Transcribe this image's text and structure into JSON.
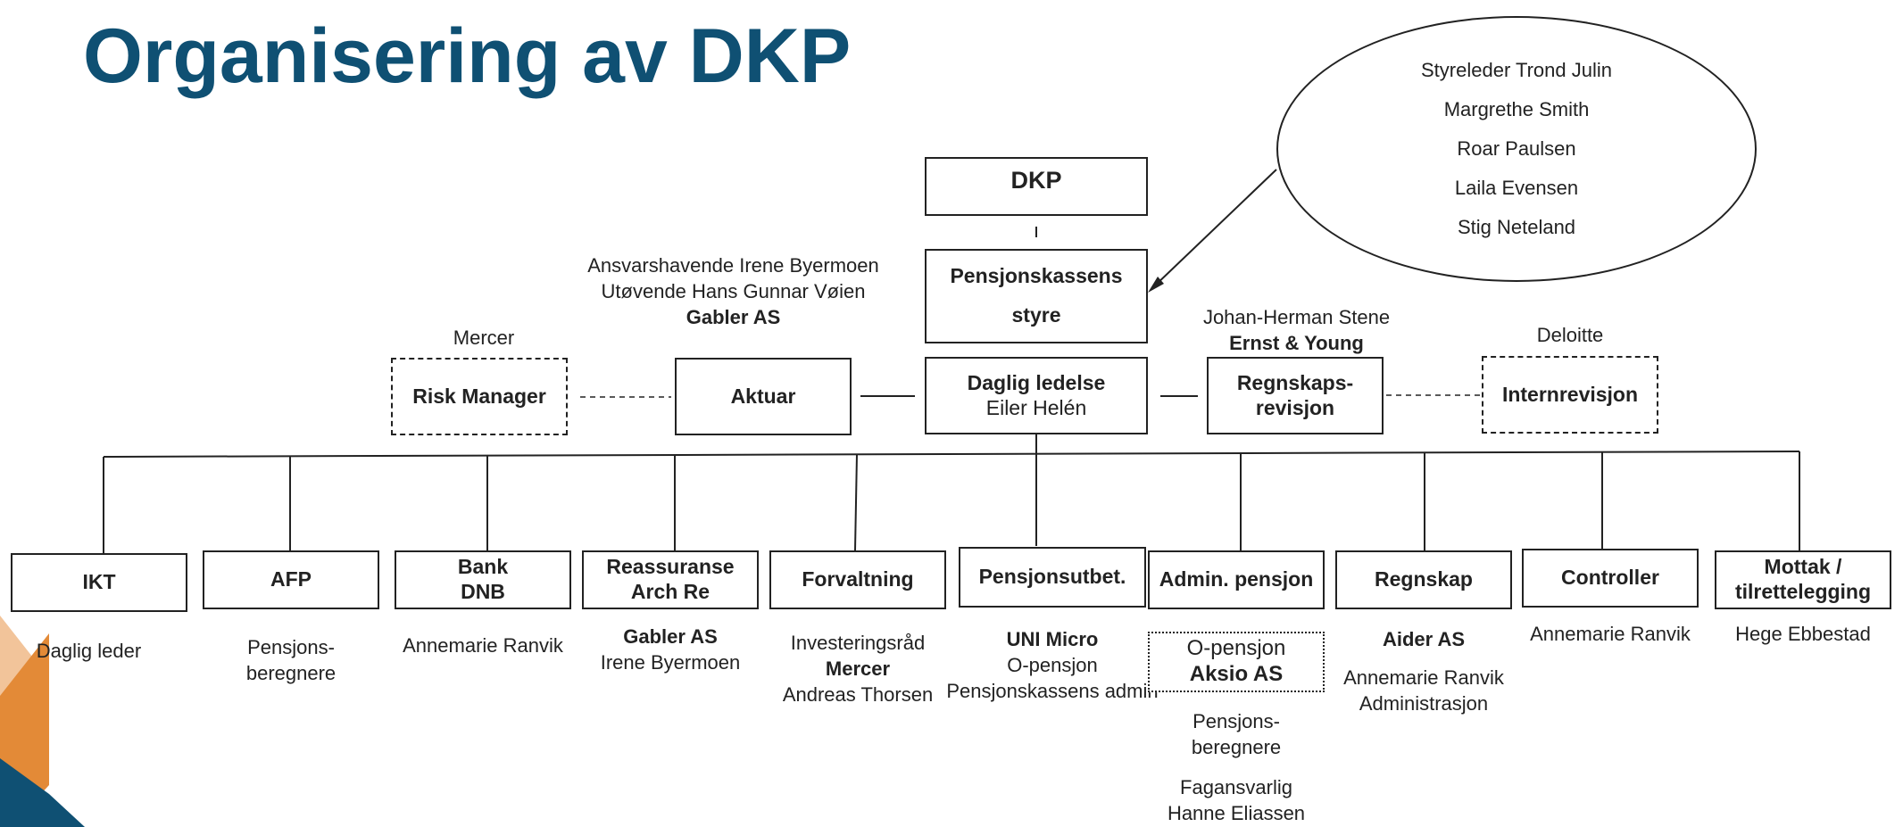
{
  "title": "Organisering av DKP",
  "board_members": [
    "Styreleder Trond Julin",
    "Margrethe Smith",
    "Roar Paulsen",
    "Laila Evensen",
    "Stig Neteland"
  ],
  "top": {
    "dkp": "DKP",
    "styre_line1": "Pensjonskassens",
    "styre_line2": "styre",
    "daglig_title": "Daglig ledelse",
    "daglig_name": "Eiler Helén"
  },
  "middle": {
    "risk_manager": "Risk Manager",
    "risk_manager_provider": "Mercer",
    "aktuar": "Aktuar",
    "aktuar_line1": "Ansvarshavende Irene Byermoen",
    "aktuar_line2": "Utøvende Hans Gunnar Vøien",
    "aktuar_company": "Gabler AS",
    "regnskapsrevisjon_line1": "Regnskaps-",
    "regnskapsrevisjon_line2": "revisjon",
    "revisjon_person": "Johan-Herman Stene",
    "revisjon_company": "Ernst & Young",
    "internrevisjon": "Internrevisjon",
    "internrevisjon_provider": "Deloitte"
  },
  "units": {
    "ikt": {
      "label": "IKT",
      "caption": "Daglig leder"
    },
    "afp": {
      "label": "AFP",
      "caption1": "Pensjons-",
      "caption2": "beregnere"
    },
    "bank": {
      "label1": "Bank",
      "label2": "DNB",
      "caption": "Annemarie Ranvik"
    },
    "reassuranse": {
      "label1": "Reassuranse",
      "label2": "Arch Re",
      "caption_bold": "Gabler AS",
      "caption": "Irene Byermoen"
    },
    "forvaltning": {
      "label": "Forvaltning",
      "caption1": "Investeringsråd",
      "caption_bold": "Mercer",
      "caption2": "Andreas Thorsen"
    },
    "pensjonsutbet": {
      "label": "Pensjonsutbet.",
      "caption_bold": "UNI Micro",
      "caption1": "O-pensjon",
      "caption2": "Pensjonskassens admin"
    },
    "admin": {
      "label": "Admin. pensjon",
      "sub_line1": "O-pensjon",
      "sub_line2": "Aksio AS",
      "caption1": "Pensjons-",
      "caption2": "beregnere",
      "caption3": "Fagansvarlig",
      "caption4": "Hanne Eliassen"
    },
    "regnskap": {
      "label": "Regnskap",
      "caption_bold": "Aider AS",
      "caption1": "Annemarie Ranvik",
      "caption2": "Administrasjon"
    },
    "controller": {
      "label": "Controller",
      "caption": "Annemarie Ranvik"
    },
    "mottak": {
      "label1": "Mottak /",
      "label2": "tilrettelegging",
      "caption": "Hege Ebbestad"
    }
  },
  "colors": {
    "title": "#0f5073",
    "deco_light": "#f2c49a",
    "deco_orange": "#e38a37",
    "deco_navy": "#0f5073"
  }
}
